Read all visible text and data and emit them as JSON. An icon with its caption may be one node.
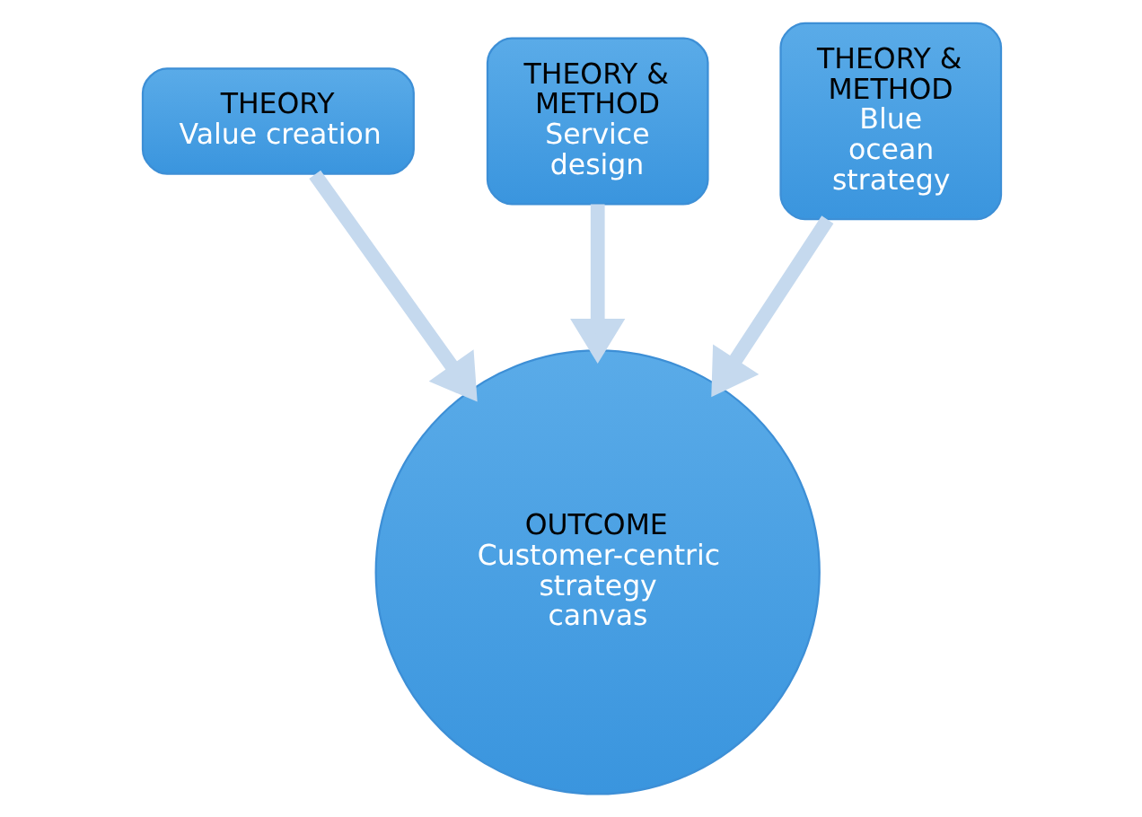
{
  "diagram": {
    "nodes": [
      {
        "text": [
          "THEORY",
          "Value creation"
        ]
      },
      {
        "text": [
          "THEORY & METHOD",
          "Service design"
        ]
      },
      {
        "text": [
          "THEORY & METHOD",
          "Blue ocean strategy"
        ]
      },
      {
        "text": [
          "OUTCOME",
          "Customer-centric strategy canvas"
        ]
      }
    ],
    "edges": [
      {
        "from": 0,
        "to": 3,
        "arrow": "to"
      },
      {
        "from": 1,
        "to": 3,
        "arrow": "to"
      },
      {
        "from": 2,
        "to": 3,
        "arrow": "to"
      }
    ]
  }
}
